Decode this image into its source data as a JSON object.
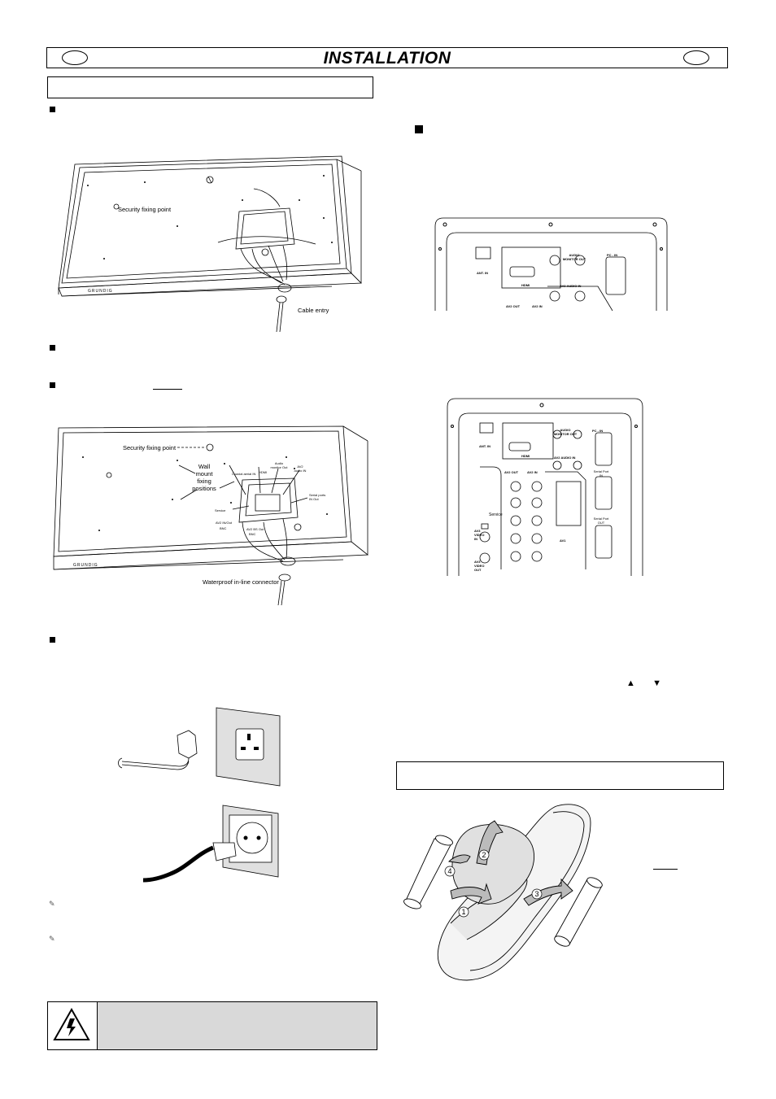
{
  "header": {
    "title": "INSTALLATION"
  },
  "fig1": {
    "security_label": "Security fixing point",
    "cable_label": "Cable entry",
    "logo": "GRUNDIG"
  },
  "fig2": {
    "security_label": "Security fixing point",
    "wall_label": [
      "Wall",
      "mount",
      "fixing",
      "positions"
    ],
    "waterproof_label": "Waterproof in-line connector",
    "connector_labels": {
      "coaxial": "Coaxial aerial IN",
      "hdmi": "HDMI",
      "audio_monitor": "Audio monitor Out",
      "av2_audio": "AV2 audio IN",
      "service": "Service",
      "serial_ports": "Serial ports IN Out",
      "av2_in_out": "AV2 IN/Out",
      "bnc1": "BNC",
      "av2_bs_out": "AV2 BS Out",
      "bnc2": "BNC"
    }
  },
  "panel1": {
    "ant": "ANT. IN",
    "hdmi": "HDMI",
    "audio_monitor": "AUDIO MONITOR OUT",
    "av_audio_in": "AV2 AUDIO IN",
    "pc_in": "PC - IN",
    "av2_out": "AV2 OUT",
    "av2_in": "AV2 IN"
  },
  "panel2": {
    "ant": "ANT. IN",
    "hdmi": "HDMI",
    "audio_monitor": "AUDIO MONITOR OUT",
    "av_audio_in": "AV2 AUDIO IN",
    "pc_in": "PC - IN",
    "av2_out": "AV2 OUT",
    "av2_in": "AV2 IN",
    "serial_in": "Serial Port IN",
    "serial_out": "Serial Port OUT",
    "service": "Service",
    "av3_in": "AV3 VIDEO IN",
    "av1": "AV1",
    "av3_out": "AV3 VIDEO OUT"
  },
  "arrows": {
    "up": "▲",
    "sep": "/",
    "down": "▼"
  },
  "remote": {
    "steps": [
      "1",
      "2",
      "3",
      "4"
    ]
  }
}
